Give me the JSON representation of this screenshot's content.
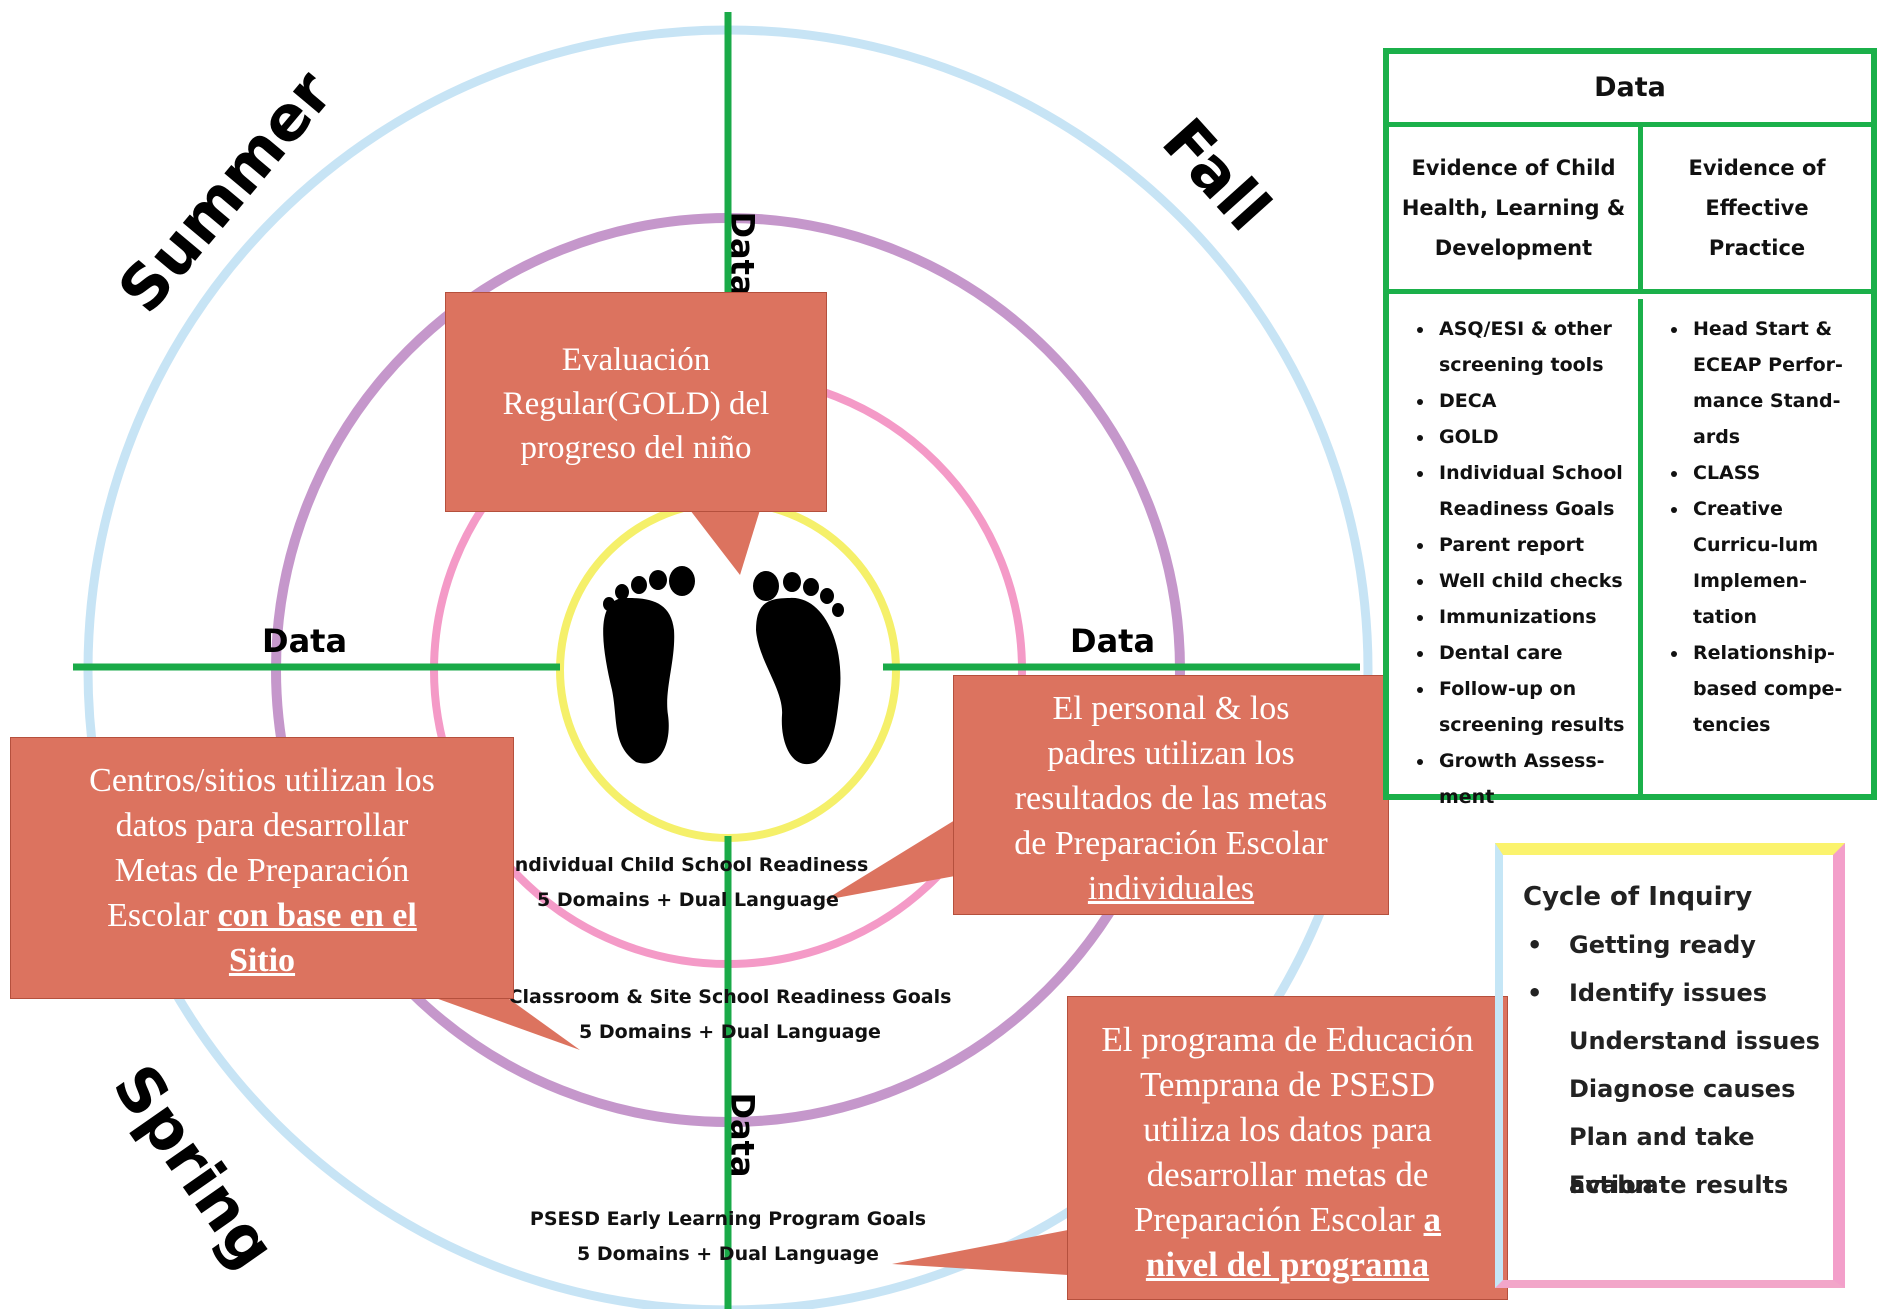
{
  "seasons": {
    "summer": "Summer",
    "fall": "Fall",
    "spring": "Spring"
  },
  "axis_labels": {
    "top": "Data",
    "left": "Data",
    "right": "Data",
    "bottom": "Data"
  },
  "ring_labels": {
    "individual": [
      "Individual Child School Readiness",
      "5 Domains + Dual Language"
    ],
    "classroom": [
      "Classroom & Site School Readiness Goals",
      "5 Domains + Dual Language"
    ],
    "program": [
      "PSESD Early Learning Program Goals",
      "5 Domains + Dual Language"
    ]
  },
  "callouts": {
    "top": [
      "Evaluación",
      "Regular(GOLD) del",
      "progreso del niño"
    ],
    "left": {
      "lines": [
        "Centros/sitios utilizan los",
        "datos para desarrollar",
        "Metas de Preparación"
      ],
      "line4_prefix": "Escolar",
      "line4_emph": "con base en el",
      "line5_emph": "Sitio"
    },
    "right": {
      "lines": [
        "El personal & los",
        "padres utilizan los",
        "resultados de las metas",
        "de Preparación Escolar"
      ],
      "emph": "individuales"
    },
    "bottom": {
      "lines": [
        "El programa de Educación",
        "Temprana de PSESD",
        "utiliza los datos para",
        "desarrollar metas de"
      ],
      "line5_prefix": "Preparación Escolar",
      "line5_emph": "a",
      "line6_emph": "nivel del programa"
    }
  },
  "data_table": {
    "title": "Data",
    "left_header": "Evidence of Child Health, Learning & Development",
    "right_header": "Evidence of Effective Practice",
    "left_items": [
      "ASQ/ESI & other screening tools",
      "DECA",
      "GOLD",
      "Individual School Readiness Goals",
      "Parent report",
      "Well child checks",
      "Immunizations",
      "Dental care",
      "Follow-up on screening results",
      "Growth Assess-ment"
    ],
    "right_items": [
      "Head Start & ECEAP Perfor-mance Stand-ards",
      "CLASS",
      "Creative Curricu-lum Implemen-tation",
      "Relationship-based compe-tencies"
    ]
  },
  "cycle_of_inquiry": {
    "title": "Cycle of Inquiry",
    "items": [
      "Getting ready",
      "Identify issues",
      "Understand issues",
      "Diagnose causes",
      "Plan and take action",
      "Evaluate results"
    ]
  },
  "colors": {
    "outer_ring": "#c7e4f5",
    "middle_ring": "#c597cb",
    "inner_ring": "#f49ac7",
    "center_ring": "#f5f06a",
    "axis": "#1aaa48",
    "callout": "#dc735f",
    "table_border": "#1bb04a"
  },
  "icons": {
    "center": "footprints-icon"
  }
}
